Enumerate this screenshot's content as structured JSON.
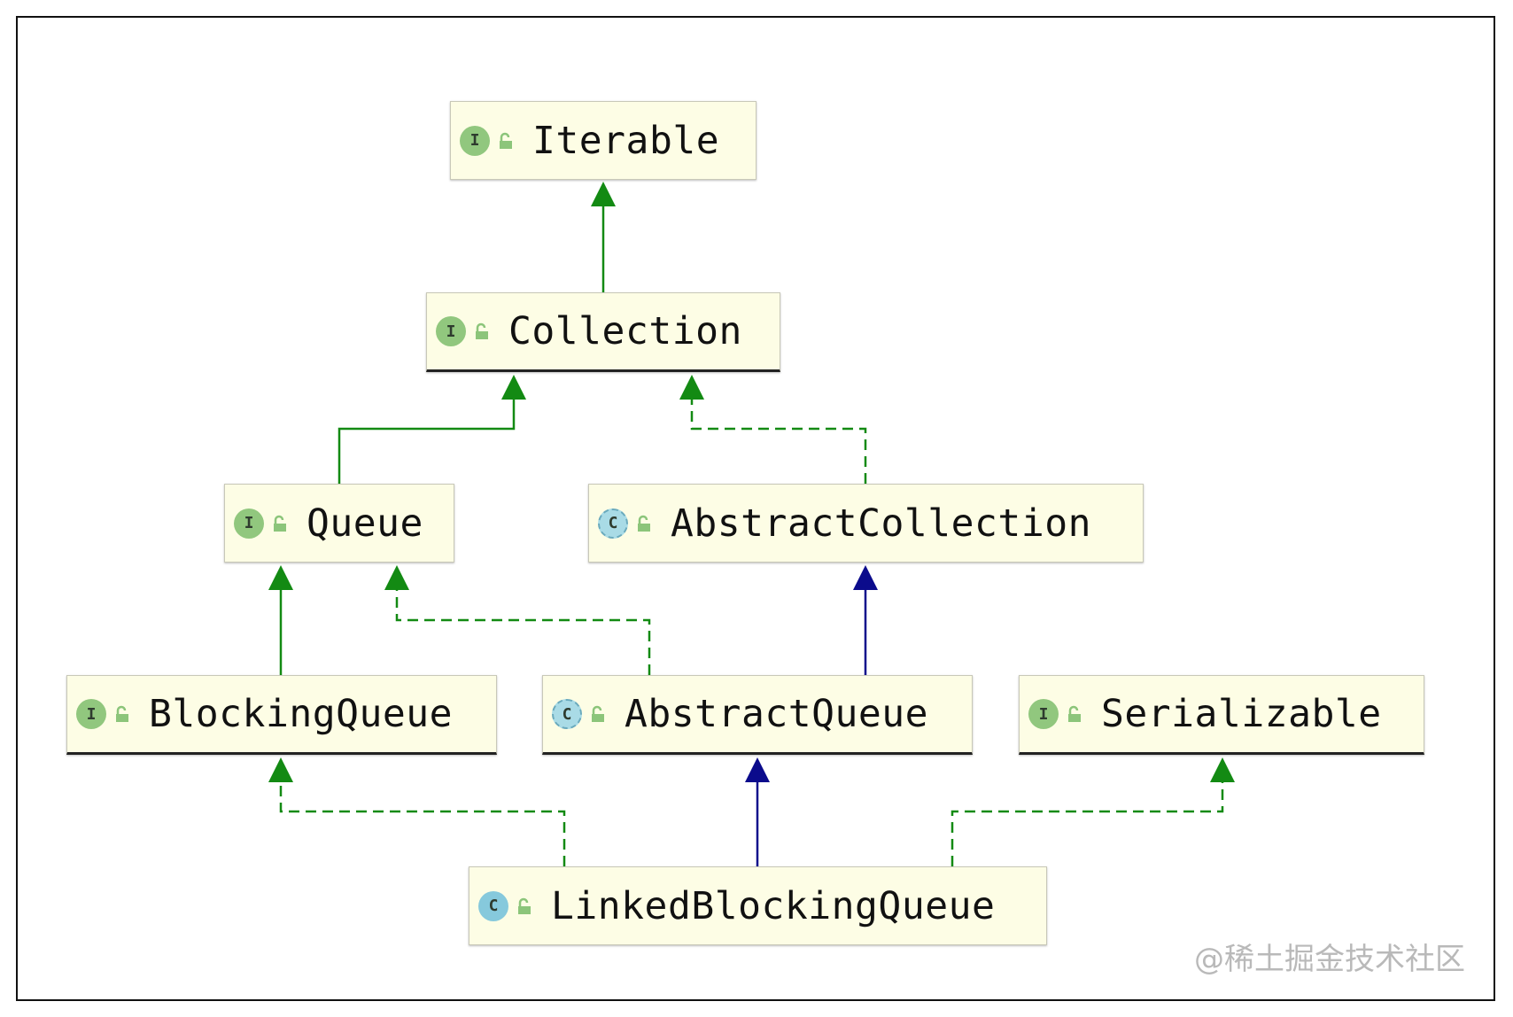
{
  "nodes": [
    {
      "id": "iterable",
      "label": "Iterable",
      "kind": "interface",
      "badge": "I"
    },
    {
      "id": "collection",
      "label": "Collection",
      "kind": "interface",
      "badge": "I"
    },
    {
      "id": "queue",
      "label": "Queue",
      "kind": "interface",
      "badge": "I"
    },
    {
      "id": "abstractcollection",
      "label": "AbstractCollection",
      "kind": "abstract-class",
      "badge": "C"
    },
    {
      "id": "blockingqueue",
      "label": "BlockingQueue",
      "kind": "interface",
      "badge": "I"
    },
    {
      "id": "abstractqueue",
      "label": "AbstractQueue",
      "kind": "abstract-class",
      "badge": "C"
    },
    {
      "id": "serializable",
      "label": "Serializable",
      "kind": "interface",
      "badge": "I"
    },
    {
      "id": "linkedblockingqueue",
      "label": "LinkedBlockingQueue",
      "kind": "class",
      "badge": "C"
    }
  ],
  "edges": [
    {
      "from": "collection",
      "to": "iterable",
      "type": "extends-interface"
    },
    {
      "from": "queue",
      "to": "collection",
      "type": "extends-interface"
    },
    {
      "from": "abstractcollection",
      "to": "collection",
      "type": "implements"
    },
    {
      "from": "blockingqueue",
      "to": "queue",
      "type": "extends-interface"
    },
    {
      "from": "abstractqueue",
      "to": "queue",
      "type": "implements"
    },
    {
      "from": "abstractqueue",
      "to": "abstractcollection",
      "type": "extends-class"
    },
    {
      "from": "linkedblockingqueue",
      "to": "blockingqueue",
      "type": "implements"
    },
    {
      "from": "linkedblockingqueue",
      "to": "abstractqueue",
      "type": "extends-class"
    },
    {
      "from": "linkedblockingqueue",
      "to": "serializable",
      "type": "implements"
    }
  ],
  "colors": {
    "interface_edge": "#138a13",
    "class_edge": "#0b0b8c",
    "node_fill": "#fdfde5",
    "interface_badge": "#91c77e",
    "class_badge": "#86c9dc"
  },
  "icons": {
    "interface": "interface-badge-icon",
    "class": "class-badge-icon",
    "visibility": "unlocked-visibility-icon"
  },
  "watermark": "@稀土掘金技术社区"
}
